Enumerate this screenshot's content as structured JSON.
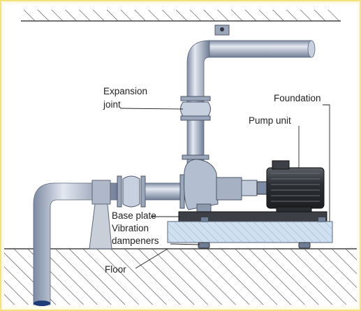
{
  "labels": {
    "expansion_joint_line1": "Expansion",
    "expansion_joint_line2": "joint",
    "foundation": "Foundation",
    "pump_unit": "Pump unit",
    "base_plate": "Base plate",
    "vibration_dampeners_line1": "Vibration",
    "vibration_dampeners_line2": "dampeners",
    "floor": "Floor"
  },
  "colors": {
    "background": "#fffbe8",
    "border": "#f5e27a",
    "pipe": "#b9c4d6",
    "pipe_dark": "#7d8aa3",
    "motor": "#3a3d42",
    "foundation_fill": "#cfe0f0",
    "hatch": "#444444"
  }
}
